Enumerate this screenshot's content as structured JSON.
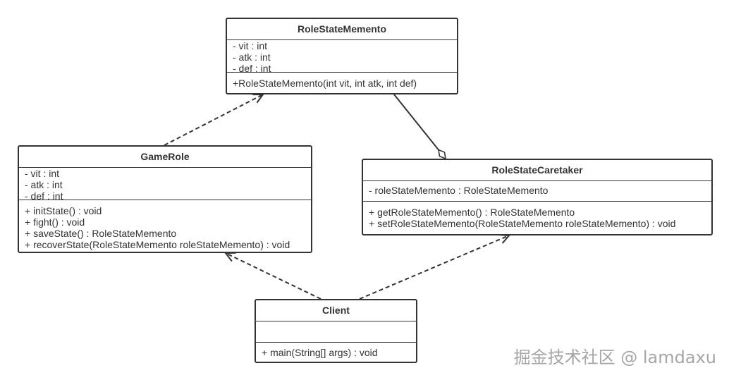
{
  "diagram": {
    "classes": {
      "role_state_memento": {
        "name": "RoleStateMemento",
        "attributes": [
          "- vit : int",
          "- atk : int",
          "- def : int"
        ],
        "methods": [
          "+RoleStateMemento(int vit, int atk, int def)"
        ]
      },
      "game_role": {
        "name": "GameRole",
        "attributes": [
          "- vit : int",
          "- atk : int",
          "- def : int"
        ],
        "methods": [
          "+ initState() : void",
          "+ fight() : void",
          "+ saveState() : RoleStateMemento",
          "+ recoverState(RoleStateMemento roleStateMemento) : void"
        ]
      },
      "role_state_caretaker": {
        "name": "RoleStateCaretaker",
        "attributes": [
          "- roleStateMemento : RoleStateMemento"
        ],
        "methods": [
          "+ getRoleStateMemento() : RoleStateMemento",
          "+ setRoleStateMemento(RoleStateMemento roleStateMemento) : void"
        ]
      },
      "client": {
        "name": "Client",
        "attributes": [],
        "methods": [
          "+ main(String[] args) : void"
        ]
      }
    }
  },
  "watermark": {
    "text": "掘金技术社区 @ lamdaxu"
  },
  "colors": {
    "stroke": "#333333",
    "text": "#333333",
    "background": "#ffffff",
    "watermark": "#a6a6a6"
  }
}
